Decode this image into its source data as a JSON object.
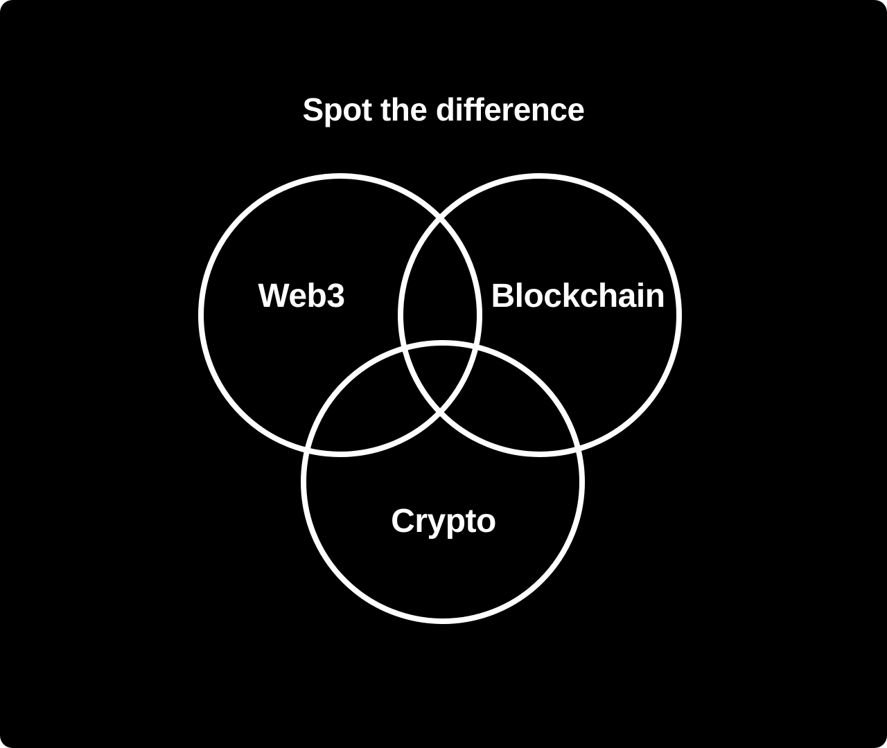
{
  "title": "Spot the difference",
  "colors": {
    "background": "#000000",
    "foreground": "#ffffff"
  },
  "sets": [
    {
      "id": "web3",
      "label": "Web3"
    },
    {
      "id": "blockchain",
      "label": "Blockchain"
    },
    {
      "id": "crypto",
      "label": "Crypto"
    }
  ]
}
